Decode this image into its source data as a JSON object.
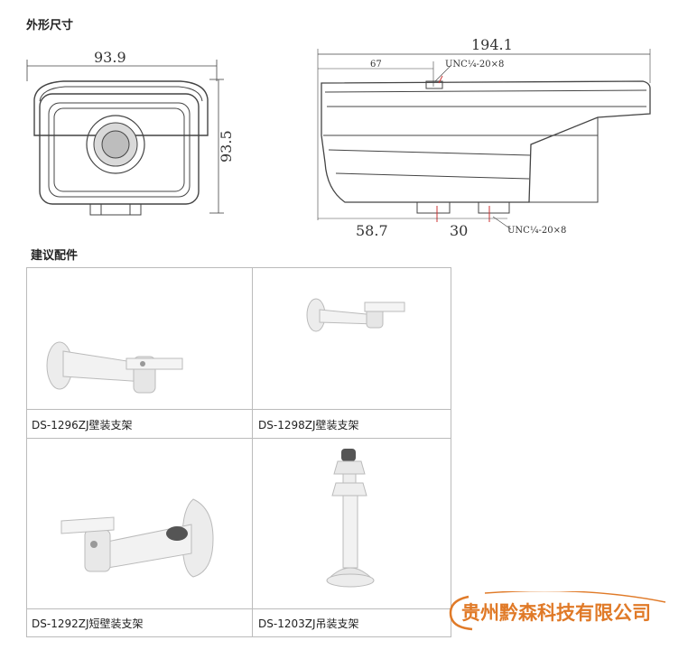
{
  "sections": {
    "dimensions_title": "外形尺寸",
    "accessories_title": "建议配件"
  },
  "dimensions": {
    "front_width": "93.9",
    "front_height": "93.5",
    "side_length": "194.1",
    "side_small": "67",
    "thread_top": "UNC¼-20×8",
    "thread_bottom": "UNC¼-20×8",
    "bottom_left": "58.7",
    "bottom_mid": "30"
  },
  "accessories": [
    {
      "label": "DS-1296ZJ壁装支架"
    },
    {
      "label": "DS-1298ZJ壁装支架"
    },
    {
      "label": "DS-1292ZJ短壁装支架"
    },
    {
      "label": "DS-1203ZJ吊装支架"
    }
  ],
  "watermark": {
    "text": "贵州黔森科技有限公司",
    "color": "#e07a28"
  }
}
